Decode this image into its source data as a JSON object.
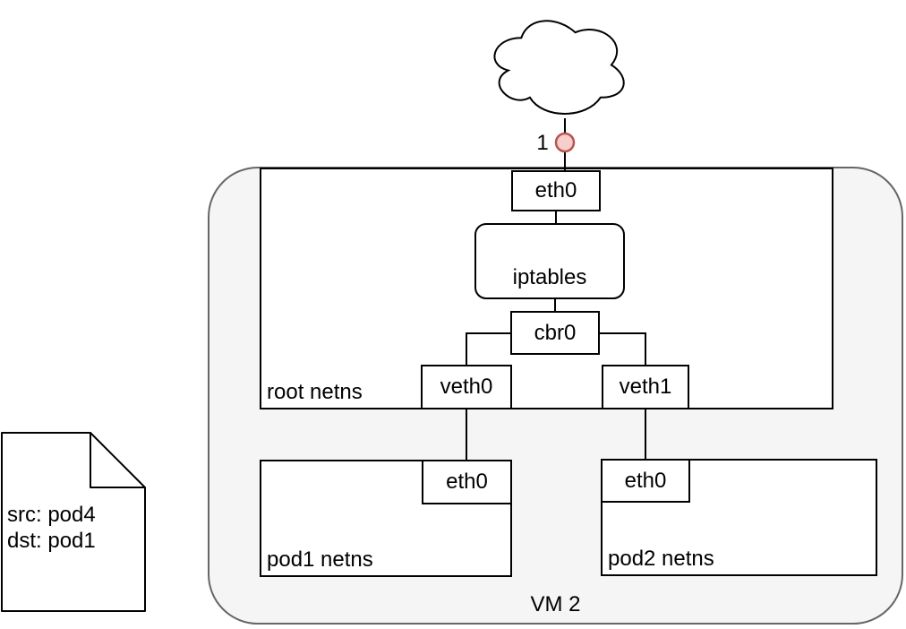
{
  "diagram": {
    "link_label": "1",
    "vm": {
      "label": "VM 2"
    },
    "root_netns": {
      "label": "root netns"
    },
    "interfaces": {
      "eth0": "eth0",
      "iptables": "iptables",
      "cbr0": "cbr0",
      "veth0": "veth0",
      "veth1": "veth1"
    },
    "pods": [
      {
        "label": "pod1 netns",
        "iface": "eth0"
      },
      {
        "label": "pod2 netns",
        "iface": "eth0"
      }
    ],
    "note": {
      "lines": [
        "src: pod4",
        "dst: pod1"
      ]
    },
    "icons": {
      "cloud": "internet-cloud-icon",
      "endpoint": "link-endpoint-dot",
      "note": "note-document-shape"
    },
    "colors": {
      "shape_stroke": "#000000",
      "shape_fill": "#ffffff",
      "vm_fill": "#f5f5f5",
      "vm_stroke": "#666666",
      "endpoint_fill": "#f8cecc",
      "endpoint_stroke": "#b85450"
    }
  }
}
